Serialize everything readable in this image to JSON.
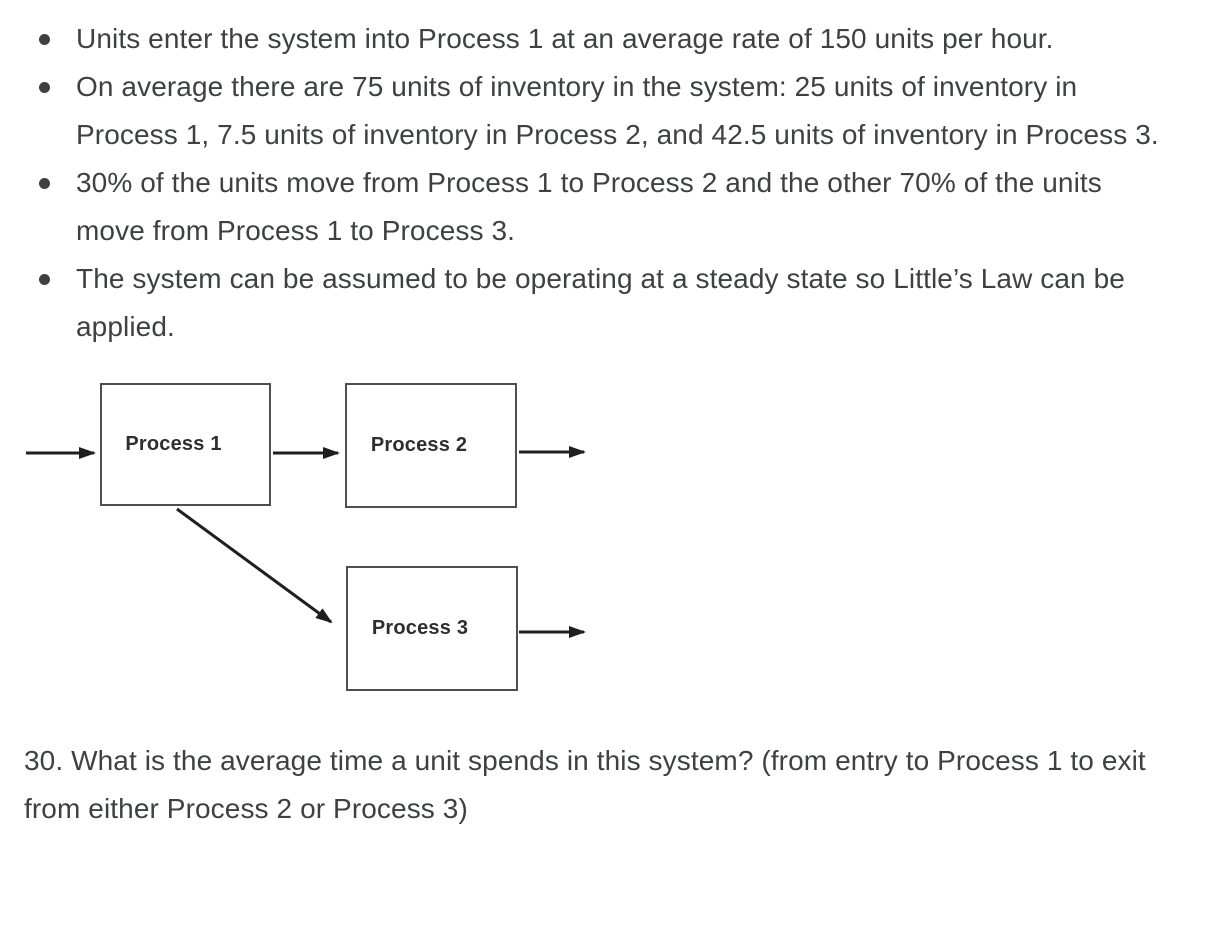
{
  "page": {
    "background": "#ffffff",
    "text_color": "#3e4144"
  },
  "bullets": [
    "Units enter the system into Process 1 at an average rate of 150 units per hour.",
    "On average there are 75 units of inventory in the system: 25 units of inventory in Process 1, 7.5 units of inventory in Process 2, and 42.5 units of inventory in Process 3.",
    "30% of the units move from Process 1 to Process 2 and the other 70% of the units move from Process 1 to Process 3.",
    "The system can be assumed to be operating at a steady state so Little’s Law can be applied."
  ],
  "diagram": {
    "type": "process-flow",
    "border_color": "#4f4f4f",
    "arrow_color": "#1f1f1f",
    "boxes": [
      {
        "label": "Process 1"
      },
      {
        "label": "Process 2"
      },
      {
        "label": "Process 3"
      }
    ],
    "flows": [
      "entry -> Process 1",
      "Process 1 -> Process 2",
      "Process 2 -> exit",
      "Process 1 -> Process 3",
      "Process 3 -> exit"
    ]
  },
  "question": {
    "text": "30. What is the average time a unit spends in this system? (from entry to Process 1 to exit from either Process 2 or Process 3)"
  }
}
